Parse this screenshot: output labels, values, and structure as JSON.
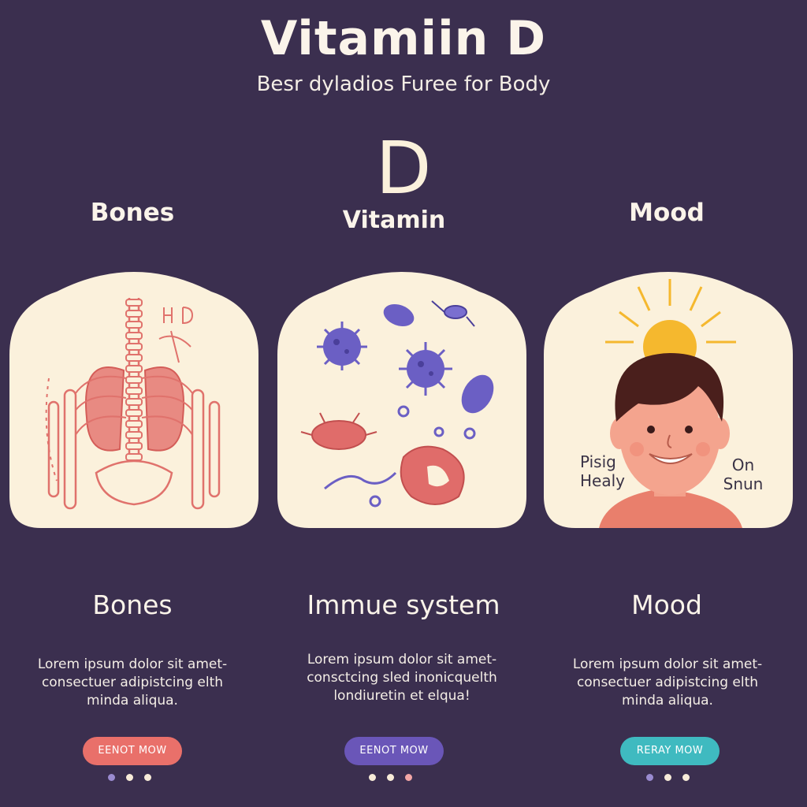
{
  "header": {
    "title": "Vitamiin D",
    "subtitle": "Besr dyladios Furee for Body",
    "big_letter": "D"
  },
  "columns_top": {
    "bones": "Bones",
    "vitamin": "Vitamin",
    "mood": "Mood"
  },
  "mood_panel": {
    "left_label_line1": "Pisig",
    "left_label_line2": "Healy",
    "right_label_line1": "On",
    "right_label_line2": "Snun"
  },
  "sections": [
    {
      "title": "Bones",
      "desc_line1": "Lorem ipsum dolor sit amet-",
      "desc_line2": "consectuer adipistcing elth",
      "desc_line3": "minda aliqua.",
      "button": "EENOT MOW",
      "button_color": "#e9706a"
    },
    {
      "title": "Immue system",
      "desc_line1": "Lorem ipsum dolor sit amet-",
      "desc_line2": "consctcing sled inonicquelth",
      "desc_line3": "londiuretin et elqua!",
      "button": "EENOT MOW",
      "button_color": "#6a56b8"
    },
    {
      "title": "Mood",
      "desc_line1": "Lorem ipsum dolor sit amet-",
      "desc_line2": "consectuer adipistcing elth",
      "desc_line3": "minda aliqua.",
      "button": "RERAY MOW",
      "button_color": "#3fbac0"
    }
  ],
  "colors": {
    "background": "#3b2f4f",
    "panel": "#fbf1dc",
    "accent_red": "#e9706a",
    "accent_purple": "#6a56b8",
    "accent_teal": "#3fbac0"
  }
}
